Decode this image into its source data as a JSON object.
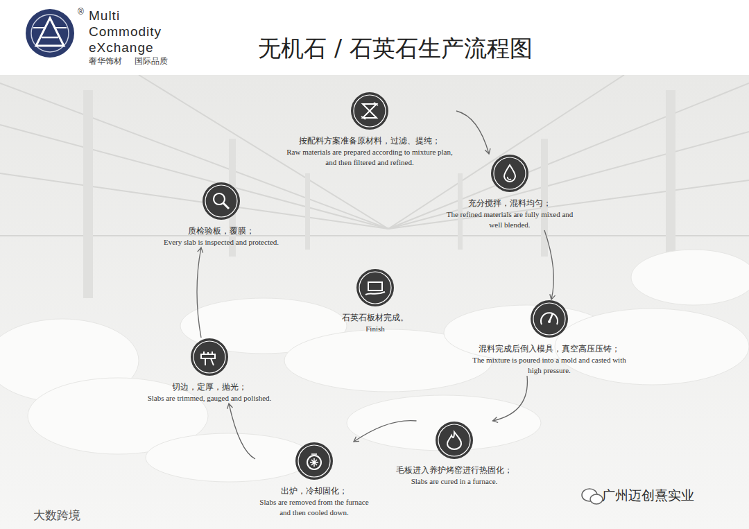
{
  "diagram": {
    "title": "无机石 / 石英石生产流程图",
    "nodes": [
      {
        "text": [
          "按配料方案准备原材料，过滤、提纯；",
          "Raw materials are prepared according to mixture plan, and then filtered and refined."
        ]
      },
      {
        "text": [
          "充分搅拌，混料均匀；",
          "The refined materials are fully mixed and well blended."
        ]
      },
      {
        "text": [
          "混料完成后倒入模具，真空高压压铸；",
          "The mixture is poured into a mold and casted with high pressure."
        ]
      },
      {
        "text": [
          "毛板进入养护烤窑进行热固化；",
          "Slabs are cured in a furnace."
        ]
      },
      {
        "text": [
          "出炉，冷却固化；",
          "Slabs are removed from the furnace and then cooled down."
        ]
      },
      {
        "text": [
          "切边，定厚，抛光；",
          "Slabs are trimmed, gauged and polished."
        ]
      },
      {
        "text": [
          "质检验板，覆膜；",
          "Every slab is inspected and protected."
        ]
      },
      {
        "text": [
          "石英石板材完成。",
          "Finish"
        ]
      }
    ],
    "edges": [
      {
        "from": 0,
        "to": 1,
        "arrow": "to"
      },
      {
        "from": 1,
        "to": 2,
        "arrow": "to"
      },
      {
        "from": 2,
        "to": 3,
        "arrow": "to"
      },
      {
        "from": 3,
        "to": 4,
        "arrow": "to"
      },
      {
        "from": 4,
        "to": 5,
        "arrow": "to"
      },
      {
        "from": 5,
        "to": 6,
        "arrow": "to"
      }
    ],
    "labels": [
      "®",
      "Multi",
      "Commodity",
      "eXchange",
      "奢华饰材",
      "国际品质",
      "广州迈创熹实业",
      "大数跨境"
    ]
  }
}
